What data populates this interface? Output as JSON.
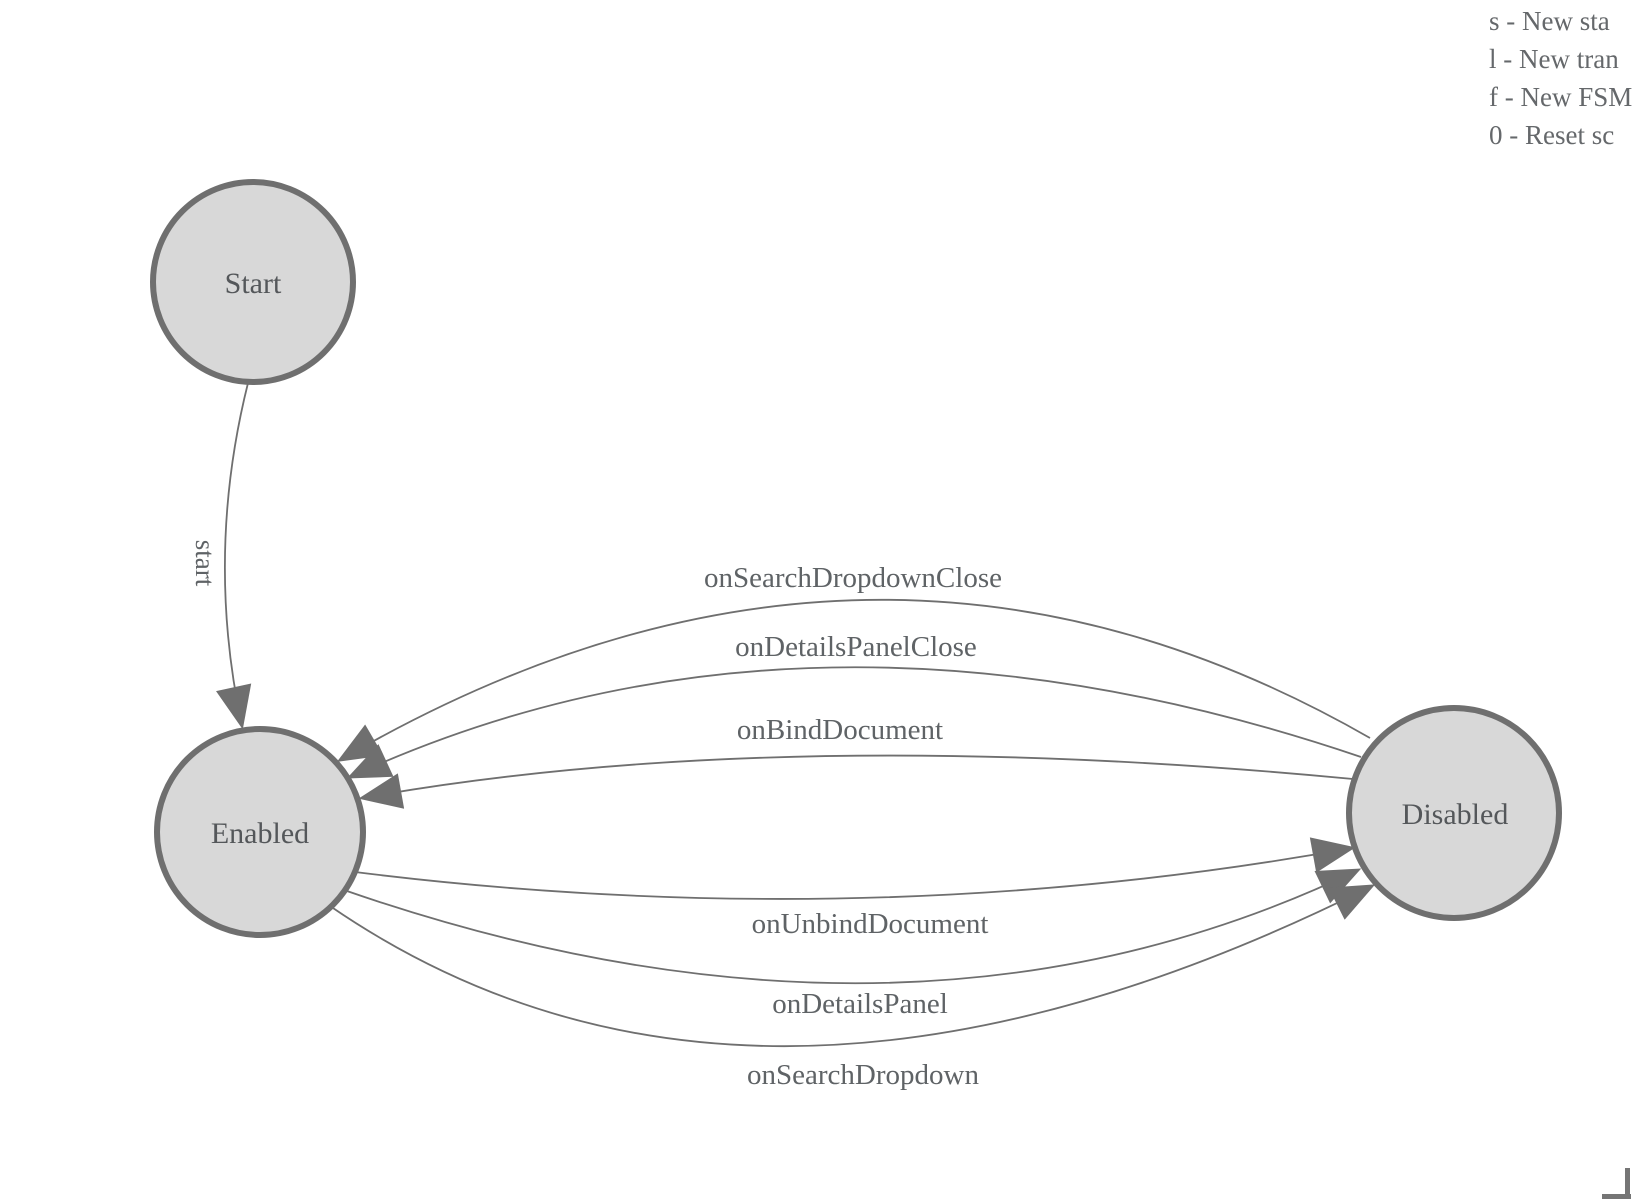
{
  "diagram": {
    "nodes": {
      "start": {
        "label": "Start"
      },
      "enabled": {
        "label": "Enabled"
      },
      "disabled": {
        "label": "Disabled"
      }
    },
    "edges": {
      "start": {
        "label": "start",
        "from": "Start",
        "to": "Enabled"
      },
      "onSearchDropdownClose": {
        "label": "onSearchDropdownClose",
        "from": "Disabled",
        "to": "Enabled"
      },
      "onDetailsPanelClose": {
        "label": "onDetailsPanelClose",
        "from": "Disabled",
        "to": "Enabled"
      },
      "onBindDocument": {
        "label": "onBindDocument",
        "from": "Disabled",
        "to": "Enabled"
      },
      "onUnbindDocument": {
        "label": "onUnbindDocument",
        "from": "Enabled",
        "to": "Disabled"
      },
      "onDetailsPanel": {
        "label": "onDetailsPanel",
        "from": "Enabled",
        "to": "Disabled"
      },
      "onSearchDropdown": {
        "label": "onSearchDropdown",
        "from": "Enabled",
        "to": "Disabled"
      }
    }
  },
  "legend": {
    "lines": [
      "s - New sta",
      "l - New tran",
      "f - New FSM",
      "0 - Reset sc"
    ]
  },
  "colors": {
    "node_fill": "#d8d8d8",
    "node_stroke": "#6f6f6f",
    "edge_stroke": "#6f6f6f",
    "node_label_text": "#54575a",
    "edge_label_text": "#5f6366",
    "legend_text": "#65686b",
    "resize_handle": "#757575"
  }
}
